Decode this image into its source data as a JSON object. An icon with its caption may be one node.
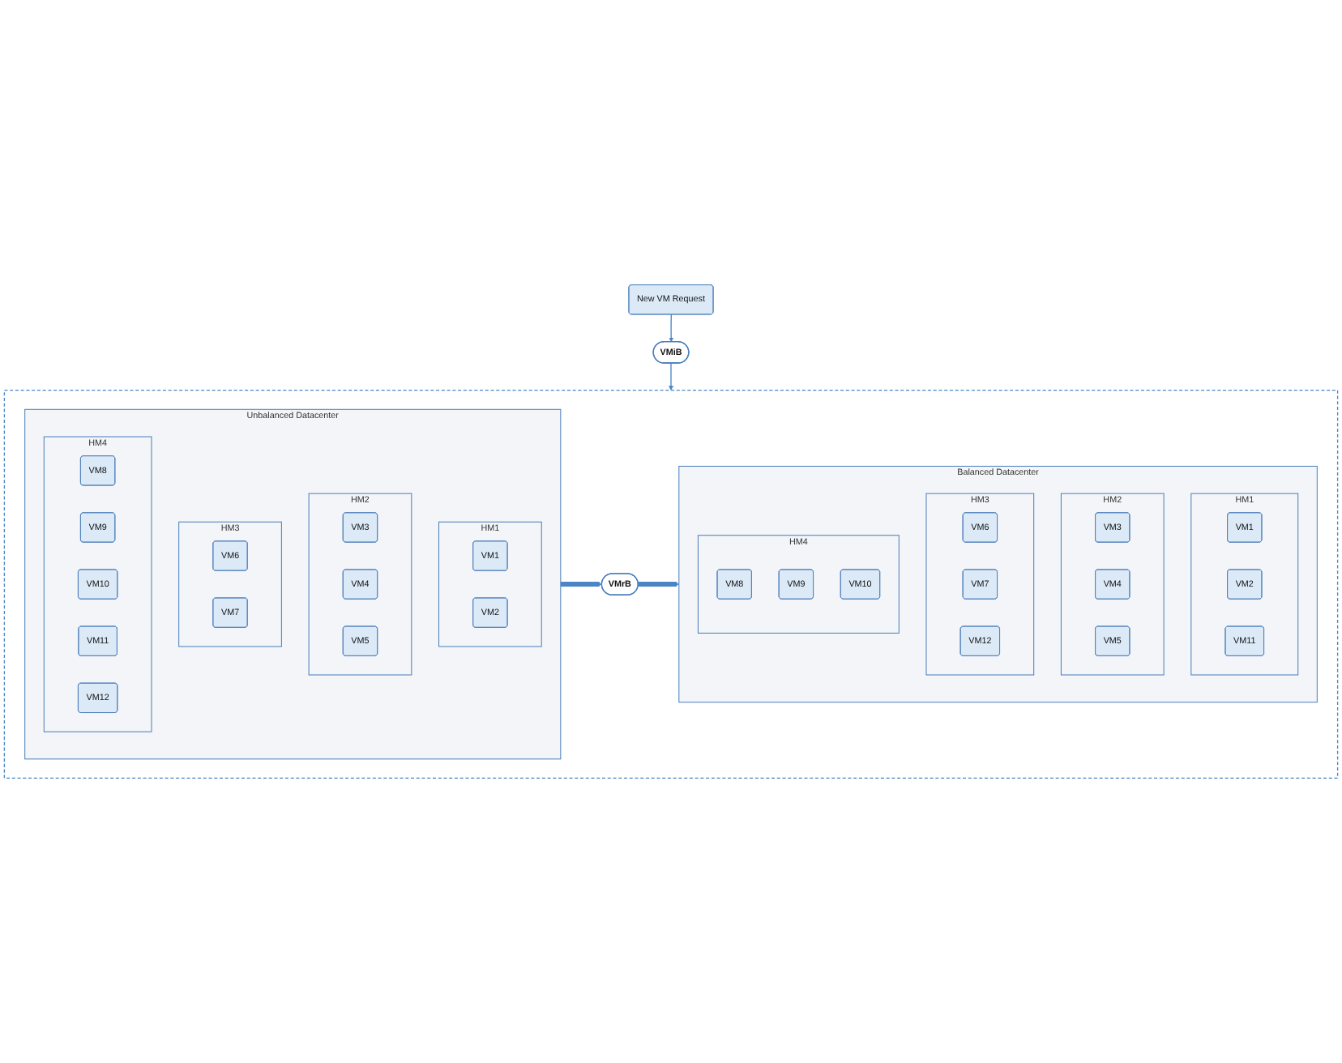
{
  "diagram": {
    "nodes": [
      {
        "text": [
          "New VM Request"
        ]
      },
      {
        "text": [
          "VMiB"
        ]
      },
      {
        "text": [],
        "shape": "box"
      },
      {
        "text": [
          "Unbalanced Datacenter"
        ],
        "in": 2
      },
      {
        "text": [
          "HM1"
        ],
        "in": 3
      },
      {
        "text": [
          "VM1"
        ],
        "in": 4
      },
      {
        "text": [
          "VM2"
        ],
        "in": 4
      },
      {
        "text": [
          "HM2"
        ],
        "in": 3
      },
      {
        "text": [
          "VM3"
        ],
        "in": 7
      },
      {
        "text": [
          "VM4"
        ],
        "in": 7
      },
      {
        "text": [
          "VM5"
        ],
        "in": 7
      },
      {
        "text": [
          "HM3"
        ],
        "in": 3
      },
      {
        "text": [
          "VM6"
        ],
        "in": 11
      },
      {
        "text": [
          "VM7"
        ],
        "in": 11
      },
      {
        "text": [
          "HM4"
        ],
        "in": 3
      },
      {
        "text": [
          "VM8"
        ],
        "in": 14
      },
      {
        "text": [
          "VM9"
        ],
        "in": 14
      },
      {
        "text": [
          "VM10"
        ],
        "in": 14
      },
      {
        "text": [
          "VM11"
        ],
        "in": 14
      },
      {
        "text": [
          "VM12"
        ],
        "in": 14
      },
      {
        "text": [
          "VMrB"
        ],
        "in": 2
      },
      {
        "text": [
          "Balanced Datacenter"
        ],
        "in": 2
      },
      {
        "text": [
          "HM1"
        ],
        "in": 21
      },
      {
        "text": [
          "VM1"
        ],
        "in": 22
      },
      {
        "text": [
          "VM2"
        ],
        "in": 22
      },
      {
        "text": [
          "VM11"
        ],
        "in": 22
      },
      {
        "text": [
          "HM2"
        ],
        "in": 21
      },
      {
        "text": [
          "VM3"
        ],
        "in": 26
      },
      {
        "text": [
          "VM4"
        ],
        "in": 26
      },
      {
        "text": [
          "VM5"
        ],
        "in": 26
      },
      {
        "text": [
          "HM3"
        ],
        "in": 21
      },
      {
        "text": [
          "VM6"
        ],
        "in": 30
      },
      {
        "text": [
          "VM7"
        ],
        "in": 30
      },
      {
        "text": [
          "VM12"
        ],
        "in": 30
      },
      {
        "text": [
          "HM4"
        ],
        "in": 21
      },
      {
        "text": [
          "VM8"
        ],
        "in": 34
      },
      {
        "text": [
          "VM9"
        ],
        "in": 34
      },
      {
        "text": [
          "VM10"
        ],
        "in": 34
      }
    ],
    "edges": [
      {
        "from": 0,
        "to": 1,
        "arrow": "to"
      },
      {
        "from": 1,
        "to": 2,
        "arrow": "to"
      },
      {
        "from": 3,
        "to": 20,
        "arrow": "to",
        "style": "thick"
      },
      {
        "from": 20,
        "to": 21,
        "arrow": "to",
        "style": "thick"
      }
    ]
  }
}
